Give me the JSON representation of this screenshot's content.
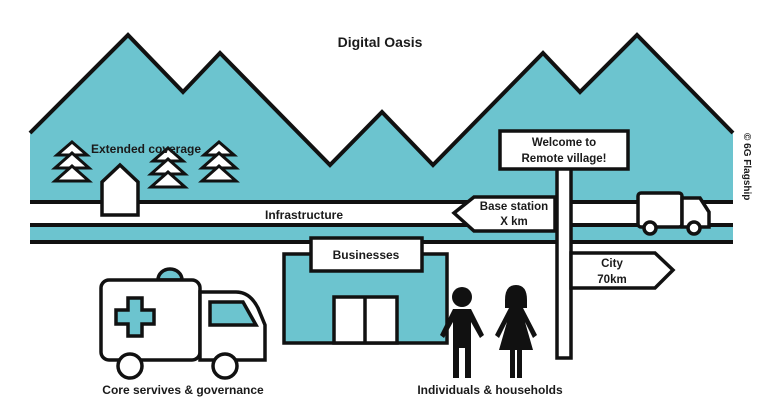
{
  "title": "Digital Oasis",
  "labels": {
    "extended_coverage": "Extended coverage",
    "infrastructure": "Infrastructure",
    "businesses": "Businesses",
    "core_services": "Core servives & governance",
    "individuals": "Individuals & households"
  },
  "signs": {
    "welcome_line1": "Welcome to",
    "welcome_line2": "Remote village!",
    "base_line1": "Base station",
    "base_line2": "X km",
    "city_line1": "City",
    "city_line2": "70km"
  },
  "copyright": "© 6G Flagship",
  "colors": {
    "teal": "#6cc4cf",
    "ink": "#111111"
  }
}
